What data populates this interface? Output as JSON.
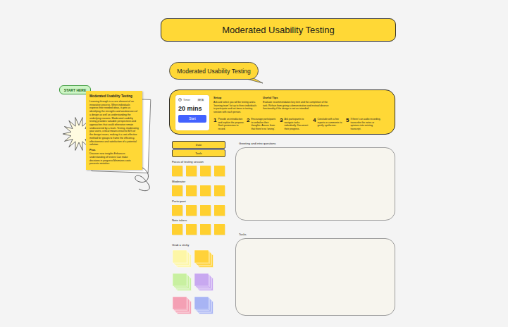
{
  "diagram": {
    "title": "Moderated Usability Testing",
    "nodes": [
      {
        "text": [
          "Moderated Usability Testing"
        ]
      },
      {
        "text": [
          "START HERE"
        ]
      },
      {
        "text": [
          "Moderated Usability Testing",
          "Learning through is a core element of an innovative process. When individuals express their needed ideas, it gets us identifying the strengths and weaknesses of a design as well as understanding the underlying reasons. Moderated usability testing provides valuable perspectives and approaches that could otherwise remain undiscovered by a team. Testing, moderating your users, critical means ensures 80% of the design issues, making it a cost-effective method for groups to frame the efficiency, effectiveness and satisfaction of a potential solution.",
          "Pros",
          "Discover new insights Enhances understanding of testers Can make decisions in progress Minimizes costs prevents mistakes"
        ]
      },
      {
        "text": []
      },
      {
        "text": [
          "Timer",
          "BETA",
          "20 mins",
          "Start"
        ],
        "in": 3
      },
      {
        "text": [
          "Setup",
          "Ask and select you will be testing and a 'learning team' list up to three individuals to participate and set times in testing session with each person."
        ],
        "in": 3
      },
      {
        "text": [
          "Useful Tips",
          "Evaluate recommendation key item and the completion of the task. Refrain from giving a demonstration and instead observe functionality if the design is not as intended."
        ],
        "in": 3
      },
      {
        "text": [
          "1",
          "Provide an introduction and explain the purpose. Seek permission to record."
        ],
        "in": 3
      },
      {
        "text": [
          "2",
          "Encourage participants to verbalise their thoughts. Assure them that there's no 'wrong'."
        ],
        "in": 3
      },
      {
        "text": [
          "3",
          "Ask participants to navigate tasks individually. Document their progress."
        ],
        "in": 3
      },
      {
        "text": [
          "4",
          "Conclude with a few reports or comments to gently synthesize."
        ],
        "in": 3
      },
      {
        "text": [
          "5",
          "If there's an audio recording, transcribe the notes or opinions into existing transcript."
        ],
        "in": 3
      },
      {
        "text": [
          "Date"
        ]
      },
      {
        "text": [
          "Tools"
        ]
      },
      {
        "text": [
          "Greeting and intro questions"
        ]
      },
      {
        "text": [
          "Tasks"
        ]
      }
    ],
    "labels": [
      "Focus of testing session",
      "Moderator",
      "Participant",
      "Note takers",
      "Grab a sticky"
    ]
  }
}
